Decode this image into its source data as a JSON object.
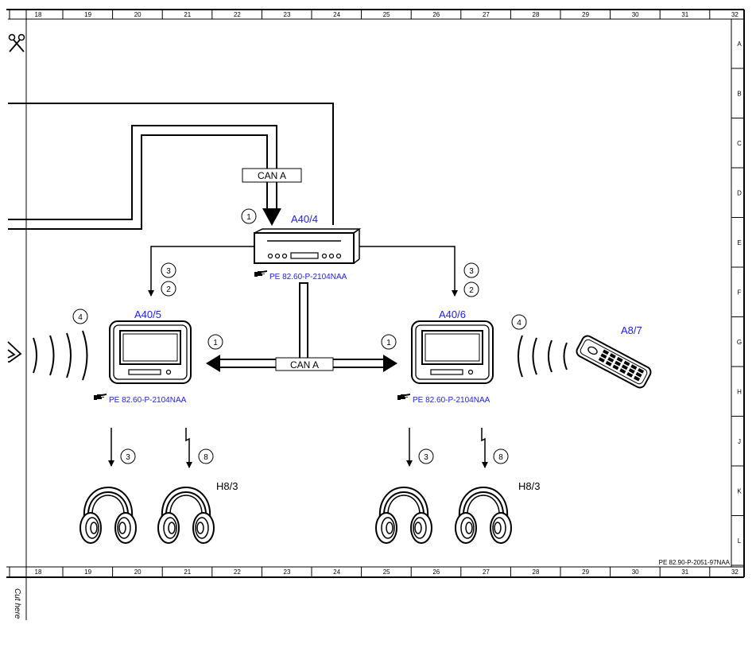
{
  "ruler": {
    "columns": [
      "18",
      "19",
      "20",
      "21",
      "22",
      "23",
      "24",
      "25",
      "26",
      "27",
      "28",
      "29",
      "30",
      "31",
      "32"
    ],
    "rows": [
      "A",
      "B",
      "C",
      "D",
      "E",
      "F",
      "G",
      "H",
      "J",
      "K",
      "L"
    ]
  },
  "labels": {
    "bus_top": "CAN A",
    "bus_mid": "CAN A",
    "center_unit": "A40/4",
    "left_display": "A40/5",
    "right_display": "A40/6",
    "remote": "A8/7",
    "headphones_left": "H8/3",
    "headphones_right": "H8/3"
  },
  "references": {
    "center": "PE 82.60-P-2104NAA",
    "left": "PE 82.60-P-2104NAA",
    "right": "PE 82.60-P-2104NAA",
    "sheet_id": "PE 82.90-P-2051-97NAA"
  },
  "callouts": {
    "c_center_1": "1",
    "c_left_3": "3",
    "c_left_2": "2",
    "c_right_3": "3",
    "c_right_2": "2",
    "c_left_4": "4",
    "c_right_4": "4",
    "c_bus_left_1": "1",
    "c_bus_right_1": "1",
    "c_left_hp_3": "3",
    "c_left_hp_8": "8",
    "c_right_hp_3": "3",
    "c_right_hp_8": "8"
  },
  "margin_note": "Cut here",
  "colors": {
    "link_blue": "#1a1aff",
    "line": "#000000"
  },
  "icons": [
    "scissors-icon",
    "pointing-hand-icon",
    "headphones-icon",
    "remote-control-icon",
    "wireless-waves-icon"
  ]
}
